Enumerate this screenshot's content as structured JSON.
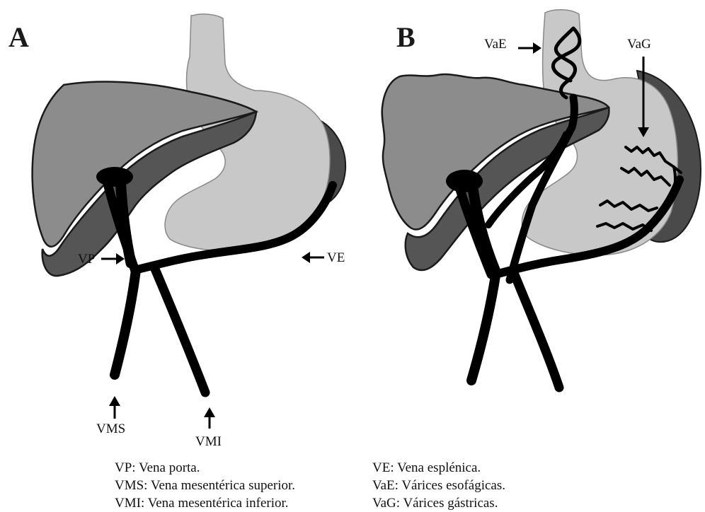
{
  "panels": {
    "a": {
      "letter": "A"
    },
    "b": {
      "letter": "B"
    }
  },
  "labels": {
    "vp": "VP",
    "ve": "VE",
    "vms": "VMS",
    "vmi": "VMI",
    "vae": "VaE",
    "vag": "VaG"
  },
  "legend": {
    "left": [
      "VP: Vena porta.",
      "VMS: Vena mesentérica superior.",
      "VMI: Vena mesentérica inferior."
    ],
    "right": [
      "VE: Vena esplénica.",
      "VaE: Várices esofágicas.",
      "VaG: Várices gástricas."
    ]
  },
  "colors": {
    "liver_light": "#8c8c8c",
    "liver_dark": "#555555",
    "stomach": "#c8c8c8",
    "spleen": "#4a4a4a",
    "vessel": "#000000"
  }
}
